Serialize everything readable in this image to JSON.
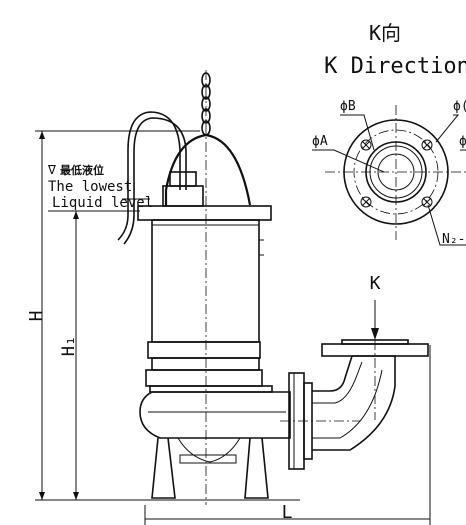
{
  "direction_label_cn": "K向",
  "direction_label_en": "K Direction",
  "view_letter": "K",
  "water_level": {
    "symbol": "∇",
    "label_cn": "最低液位",
    "label_en_1": "The lowest",
    "label_en_2": "Liquid level"
  },
  "dimensions": {
    "total_height": "H",
    "height_h1": "H₁",
    "length": "L"
  },
  "flange_labels": {
    "phi_a": "ϕA",
    "phi_b": "ϕB",
    "phi_c": "ϕ(",
    "phi_d": "ϕ",
    "bolt_holes": "N₂-"
  }
}
